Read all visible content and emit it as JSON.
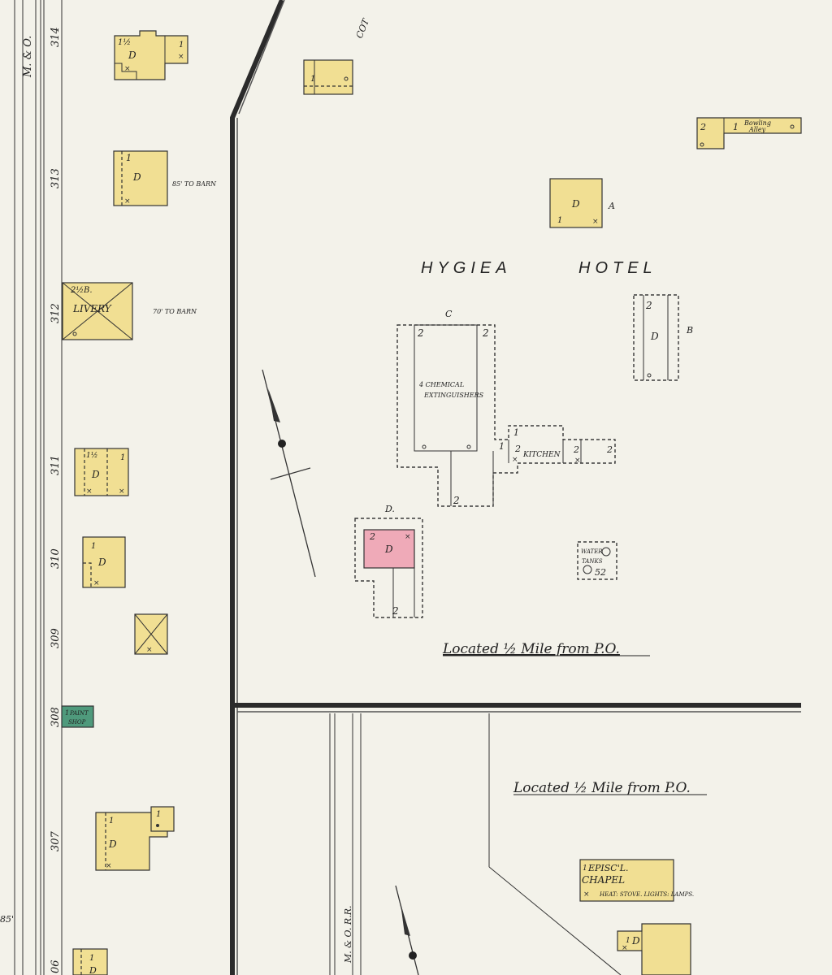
{
  "colors": {
    "paper": "#f3f2ea",
    "frame_dwelling": "#f1df93",
    "brick": "#efaab8",
    "stone_green": "#4f9a7c",
    "line": "#333333"
  },
  "street_labels": {
    "left_railroad": "M. & O.",
    "bottom_railroad": "M. & O. R.R."
  },
  "lot_numbers": [
    "314",
    "313",
    "312",
    "311",
    "310",
    "309",
    "308",
    "307",
    "06"
  ],
  "left_block": {
    "lot314_stories": "1½",
    "lot314_use": "D",
    "lot314_annex_stories": "1",
    "lot313_stories": "1",
    "lot313_use": "D",
    "lot313_note": "85' TO BARN",
    "livery_stories": "2½B.",
    "livery_label": "LIVERY",
    "livery_note": "70' TO BARN",
    "lot311_stories": "1½",
    "lot311_annex_stories": "1",
    "lot311_use": "D",
    "lot310_stories": "1",
    "lot310_use": "D",
    "paint_shop_stories": "1",
    "paint_shop_label1": "PAINT",
    "paint_shop_label2": "SHOP",
    "lot307_stories": "1",
    "lot307_use": "D",
    "lot307_shed_stories": "1",
    "lot306_stories": "1",
    "lot306_use": "D",
    "margin_note": "85'"
  },
  "hotel_grounds": {
    "title_word1": "HYGIEA",
    "title_word2": "HOTEL",
    "cottage_label": "COT",
    "top_shed_stories": "1",
    "bowling_stories_a": "2",
    "bowling_stories_b": "1",
    "bowling_label1": "Bowling",
    "bowling_label2": "Alley",
    "bldg_a_use": "D",
    "bldg_a_stories": "1",
    "bldg_a_letter": "A",
    "bldg_b_letter": "B",
    "bldg_b_stories": "2",
    "bldg_b_use": "D",
    "bldg_c_letter": "C",
    "bldg_c_stories": "2",
    "bldg_c_note1": "4 CHEMICAL",
    "bldg_c_note2": "EXTINGUISHERS",
    "kitchen_label": "KITCHEN",
    "kitchen_stories_1": "1",
    "kitchen_stories_2": "2",
    "bldg_d_letter": "D.",
    "bldg_d_use": "D",
    "bldg_d_stories": "2",
    "water_label1": "WATER",
    "water_label2": "TANKS",
    "water_number": "52",
    "located_note": "Located ½ Mile from P.O."
  },
  "lower_block": {
    "located_note": "Located ½ Mile from P.O.",
    "chapel_stories": "1",
    "chapel_label1": "EPISC'L.",
    "chapel_label2": "CHAPEL",
    "chapel_note": "HEAT: STOVE. LIGHTS: LAMPS.",
    "lower_dwelling_stories": "1",
    "lower_dwelling_use": "D"
  }
}
